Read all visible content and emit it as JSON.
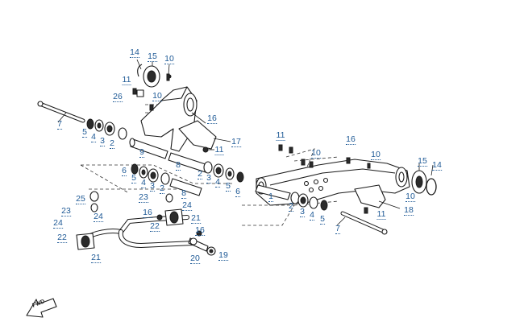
{
  "diagram": {
    "fwd_label": "FWD",
    "callouts": [
      "1",
      "2",
      "3",
      "4",
      "5",
      "6",
      "7",
      "8",
      "9",
      "10",
      "11",
      "14",
      "15",
      "16",
      "17",
      "18",
      "19",
      "20",
      "21",
      "22",
      "23",
      "24",
      "25",
      "26"
    ]
  }
}
